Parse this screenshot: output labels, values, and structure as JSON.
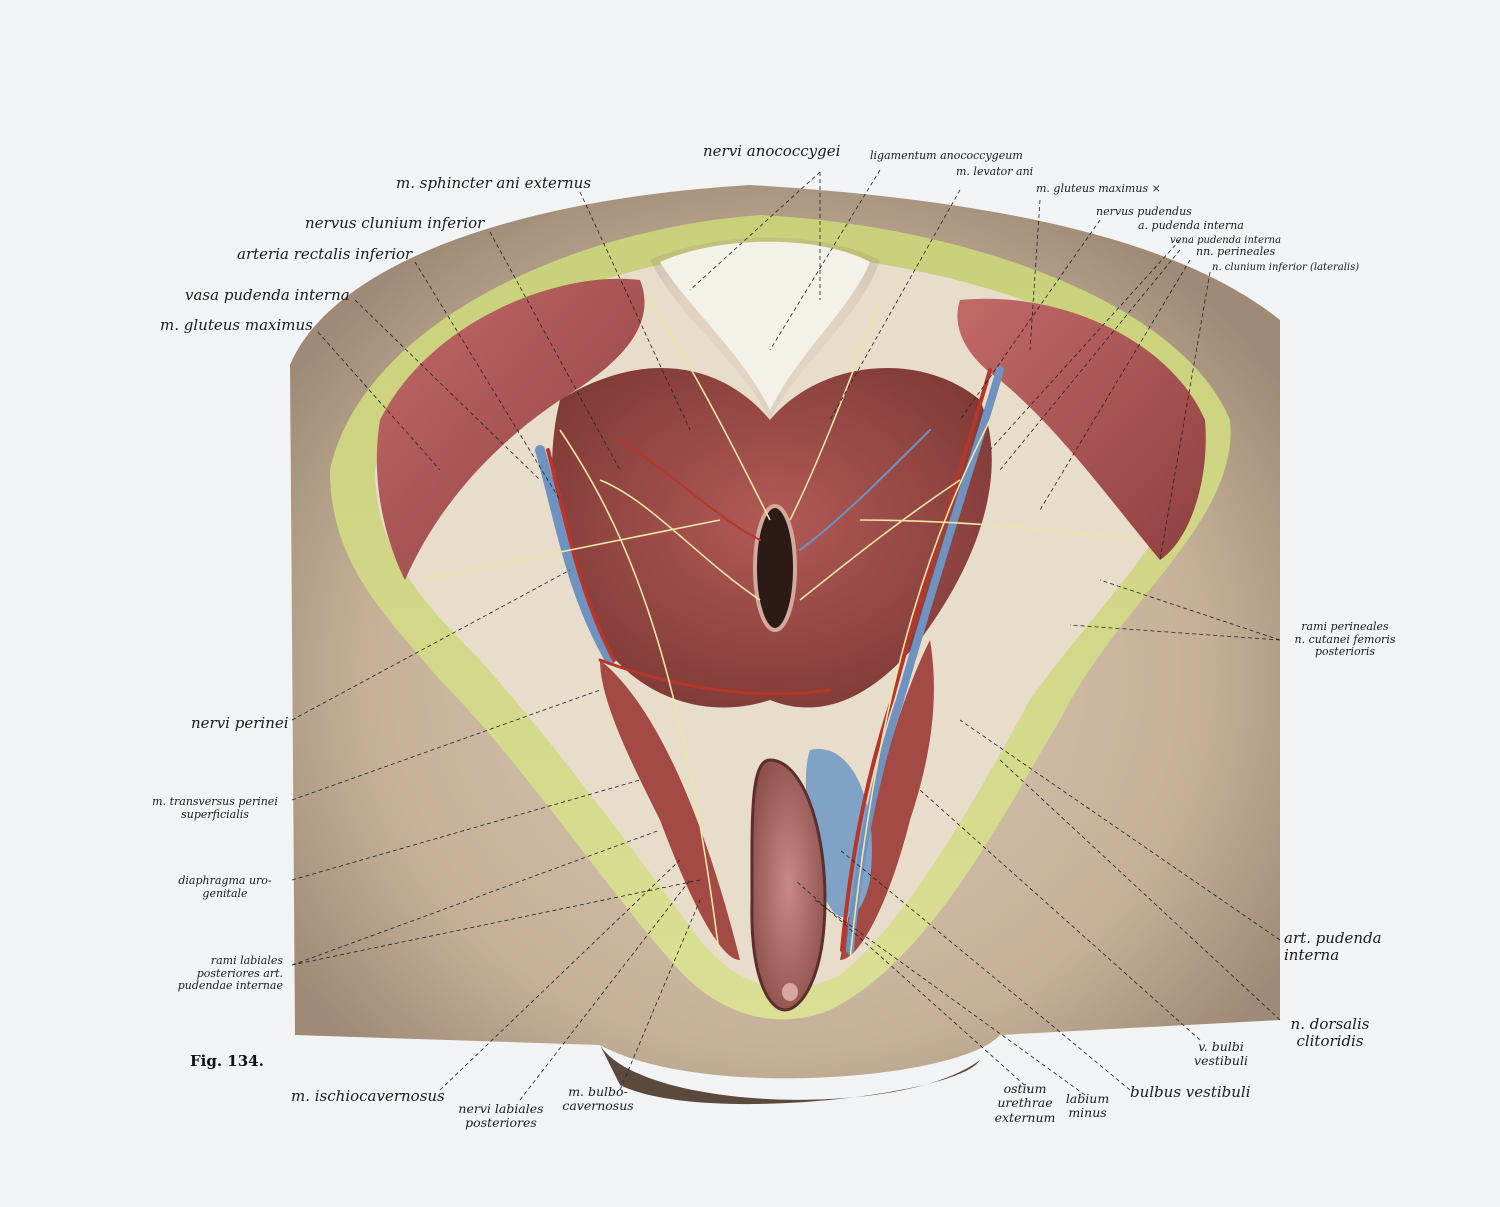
{
  "figure": {
    "label": "Fig. 134."
  },
  "labels": {
    "nervi_anococcygei": "nervi anococcygei",
    "ligamentum_anococcygeum": "ligamentum anococcygeum",
    "m_levator_ani": "m. levator ani",
    "m_gluteus_maximus_x": "m. gluteus maximus ×",
    "nervus_pudendus": "nervus pudendus",
    "a_pudenda_interna": "a. pudenda interna",
    "vena_pudenda_interna": "vena pudenda interna",
    "nn_perineales": "nn. perineales",
    "n_clunium_inferior_lateralis": "n. clunium inferior (lateralis)",
    "m_sphincter_ani_externus": "m. sphincter ani externus",
    "nervus_clunium_inferior": "nervus clunium inferior",
    "arteria_rectalis_inferior": "arteria rectalis inferior",
    "vasa_pudenda_interna": "vasa pudenda interna",
    "m_gluteus_maximus": "m. gluteus maximus",
    "rami_perineales_1": "rami perineales",
    "rami_perineales_2": "n. cutanei femoris",
    "rami_perineales_3": "posterioris",
    "nervi_perinei": "nervi perinei",
    "m_transversus_1": "m. transversus perinei",
    "m_transversus_2": "superficialis",
    "diaphragma_1": "diaphragma uro-",
    "diaphragma_2": "genitale",
    "rami_labiales_1": "rami labiales",
    "rami_labiales_2": "posteriores art.",
    "rami_labiales_3": "pudendae internae",
    "art_pudenda_1": "art. pudenda",
    "art_pudenda_2": "interna",
    "n_dorsalis_1": "n. dorsalis",
    "n_dorsalis_2": "clitoridis",
    "v_bulbi_1": "v. bulbi",
    "v_bulbi_2": "vestibuli",
    "bulbus_vestibuli": "bulbus vestibuli",
    "labium_1": "labium",
    "labium_2": "minus",
    "ostium_1": "ostium",
    "ostium_2": "urethrae",
    "ostium_3": "externum",
    "m_bulbo_1": "m. bulbo-",
    "m_bulbo_2": "cavernosus",
    "nervi_labiales_1": "nervi labiales",
    "nervi_labiales_2": "posteriores",
    "m_ischiocavernosus": "m. ischiocavernosus"
  },
  "colors": {
    "paper": "#f1f3f4",
    "skin": "#cbb9a4",
    "fat": "#d4d98a",
    "muscle": "#b9595a",
    "artery": "#b5372b",
    "vein": "#6f92c0",
    "nerve": "#e9e3a3",
    "ligament": "#f3f0e6",
    "leader": "#222222"
  }
}
